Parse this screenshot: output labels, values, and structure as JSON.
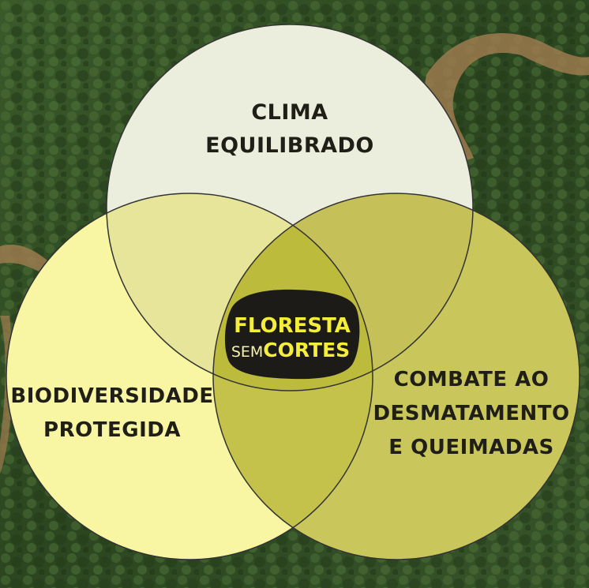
{
  "colors": {
    "circle_top": "#eceedd",
    "circle_left": "#f8f6a2",
    "circle_right": "#c9c75c",
    "overlap_top_left": "#e6e59a",
    "overlap_top_right": "#c5c158",
    "overlap_left_right": "#c4c24a",
    "center_overlap": "#bdbb3c",
    "outline": "#333333",
    "logo_badge": "#1d1b18",
    "logo_text": "#f4ee3a"
  },
  "sets": {
    "top": {
      "line1": "CLIMA",
      "line2": "EQUILIBRADO"
    },
    "left": {
      "line1": "BIODIVERSIDADE",
      "line2": "PROTEGIDA"
    },
    "right": {
      "line1": "COMBATE AO",
      "line2": "DESMATAMENTO",
      "line3": "E QUEIMADAS"
    }
  },
  "logo": {
    "line1": "FLORESTA",
    "sem": "SEM",
    "cortes": "CORTES"
  }
}
